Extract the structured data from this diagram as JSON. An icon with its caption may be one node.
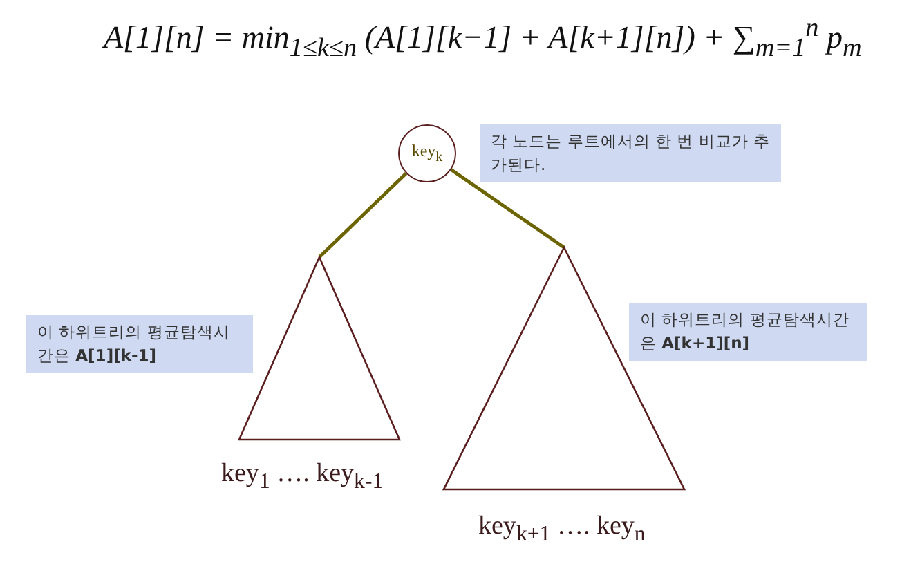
{
  "diagram": {
    "title": "A[1][n] = min$_{1≤k≤n}$ (A[1][k−1] + A[k+1][n]) + ∑$_{m=1}$$^{n}$ p$_{m}$",
    "nodes": [
      {
        "text": [
          "key$_{k}$"
        ]
      },
      {
        "text": [
          "각 노드는 루트에서의 한 번 비교가 추가된다."
        ]
      },
      {
        "text": [],
        "shape": "triangle",
        "beside": [
          "key$_{1}$ …. key$_{k-1}$"
        ]
      },
      {
        "text": [],
        "shape": "triangle",
        "beside": [
          "key$_{k+1}$ …. key$_{n}$"
        ]
      },
      {
        "text": [
          "이 하위트리의 평균탐색시간은 **A[1][k-1]**"
        ]
      },
      {
        "text": [
          "이 하위트리의 평균탐색시간은 **A[k+1][n]**"
        ]
      }
    ],
    "edges": [
      {
        "from": 0,
        "to": 2,
        "arrow": "none"
      },
      {
        "from": 0,
        "to": 3,
        "arrow": "none"
      }
    ]
  }
}
